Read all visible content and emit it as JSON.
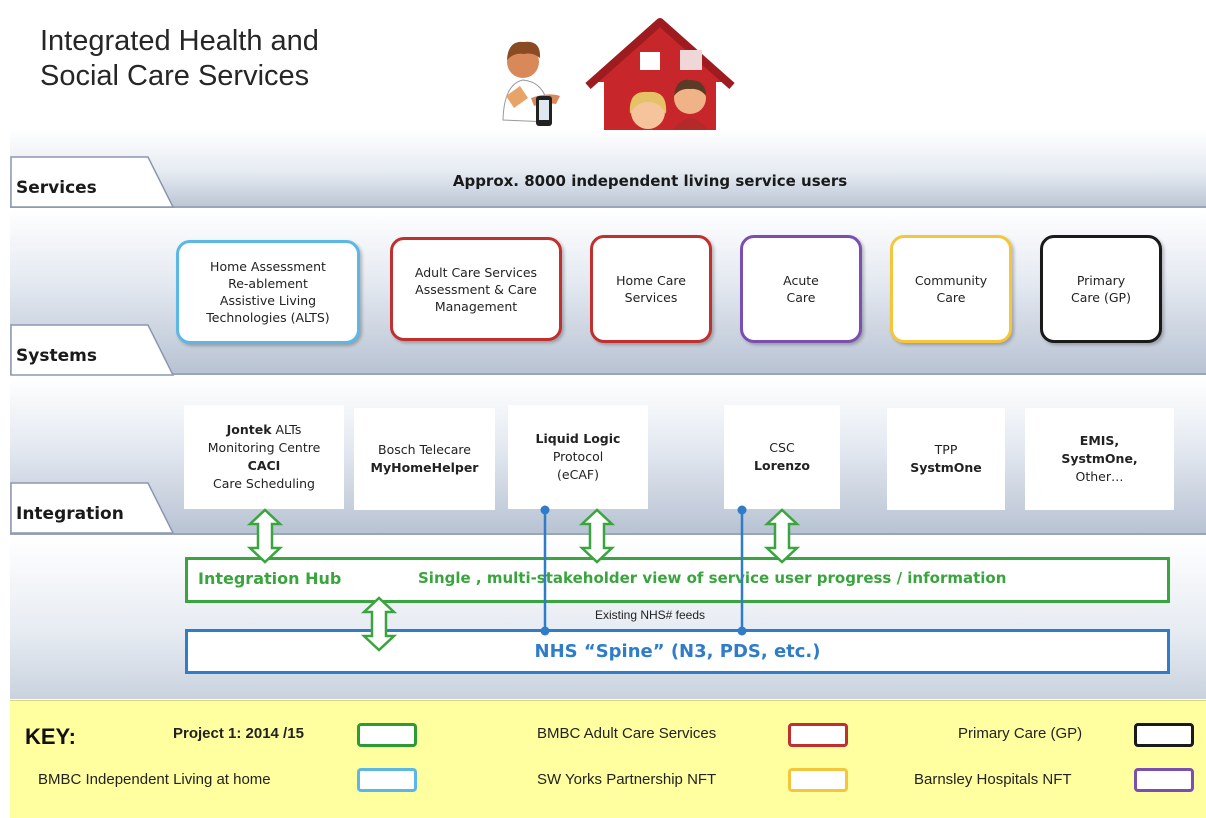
{
  "title": "Integrated Health and\nSocial Care Services",
  "illustration": {
    "icons": [
      "carer-with-phone-icon",
      "house-icon",
      "couple-icon"
    ]
  },
  "layers": {
    "services": {
      "label": "Services",
      "text": "Approx. 8000 independent  living service users"
    },
    "systems": {
      "label": "Systems"
    },
    "integration": {
      "label": "Integration"
    }
  },
  "systems": [
    {
      "text": "Home Assessment\nRe-ablement\nAssistive Living\nTechnologies (ALTS)",
      "color": "#5bb7e6"
    },
    {
      "text": "Adult Care Services\nAssessment & Care\nManagement",
      "color": "#c0302f"
    },
    {
      "text": "Home Care\nServices",
      "color": "#c0302f"
    },
    {
      "text": "Acute\nCare",
      "color": "#7b4fb1"
    },
    {
      "text": "Community\nCare",
      "color": "#f5c53c"
    },
    {
      "text": "Primary\nCare (GP)",
      "color": "#1a1a1a"
    }
  ],
  "integration_boxes": [
    {
      "lines": [
        {
          "t": "Jontek",
          "b": true,
          "rest": " ALTs"
        },
        {
          "t": "Monitoring Centre"
        },
        {
          "t": "CACI",
          "b": true
        },
        {
          "t": "Care Scheduling"
        }
      ],
      "style": "green"
    },
    {
      "lines": [
        {
          "t": "Bosch Telecare"
        },
        {
          "t": "MyHomeHelper",
          "b": true
        }
      ],
      "style": "plain"
    },
    {
      "lines": [
        {
          "t": "Liquid Logic",
          "b": true
        },
        {
          "t": "Protocol"
        },
        {
          "t": "(eCAF)"
        }
      ],
      "style": "green"
    },
    {
      "lines": [
        {
          "t": "CSC"
        },
        {
          "t": "Lorenzo",
          "b": true
        }
      ],
      "style": "green"
    },
    {
      "lines": [
        {
          "t": "TPP"
        },
        {
          "t": "SystmOne",
          "b": true
        }
      ],
      "style": "plain"
    },
    {
      "lines": [
        {
          "t": "EMIS,",
          "b": true
        },
        {
          "t": "SystmOne,",
          "b": true
        },
        {
          "t": "Other…"
        }
      ],
      "style": "plain"
    }
  ],
  "hub": {
    "title": "Integration Hub",
    "text": "Single , multi-stakeholder view of service user progress / information"
  },
  "spine": {
    "text": "NHS “Spine” (N3, PDS, etc.)",
    "feeds_label": "Existing NHS# feeds"
  },
  "key": {
    "title": "KEY:",
    "items": [
      {
        "label": "Project 1: 2014 /15",
        "color": "#2e9a32",
        "bold": true
      },
      {
        "label": "BMBC Adult Care Services",
        "color": "#c0302f"
      },
      {
        "label": "Primary Care (GP)",
        "color": "#1a1a1a"
      },
      {
        "label": "BMBC Independent Living at home",
        "color": "#5bb7e6"
      },
      {
        "label": "SW Yorks Partnership NFT",
        "color": "#f5c53c"
      },
      {
        "label": "Barnsley Hospitals NFT",
        "color": "#7b4fb1"
      }
    ]
  },
  "colors": {
    "green": "#3aa53e",
    "blue": "#2f7cc8",
    "key_background": "#ffffa0"
  }
}
